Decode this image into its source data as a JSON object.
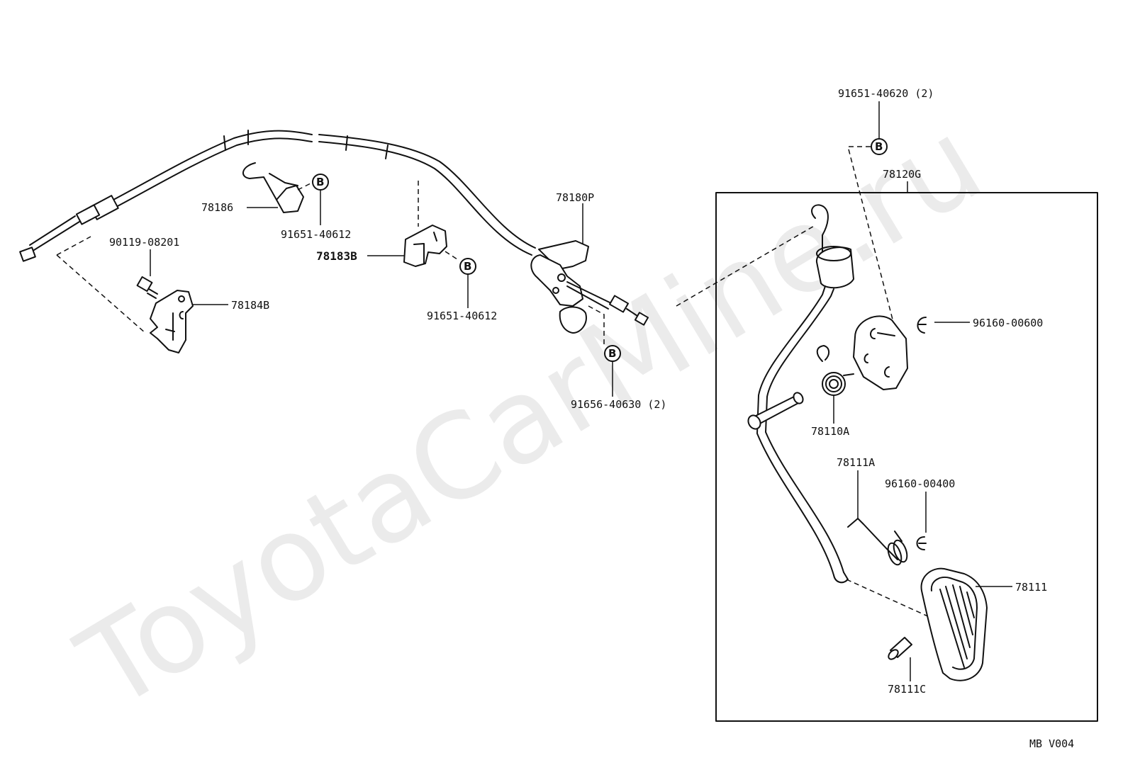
{
  "watermark": "ToyotaCarMine.ru",
  "diagram_code": "MB  V004",
  "fastener_mark": "B",
  "labels": {
    "p78186": "78186",
    "p91651_40612_a": "91651-40612",
    "p90119_08201": "90119-08201",
    "p78184B": "78184B",
    "p78183B": "78183B",
    "p91651_40612_b": "91651-40612",
    "p78180P": "78180P",
    "p91656_40630": "91656-40630 (2)",
    "p91651_40620": "91651-40620 (2)",
    "p78120G": "78120G",
    "p96160_00600": "96160-00600",
    "p78110A": "78110A",
    "p78111A": "78111A",
    "p96160_00400": "96160-00400",
    "p78111": "78111",
    "p78111C": "78111C"
  }
}
